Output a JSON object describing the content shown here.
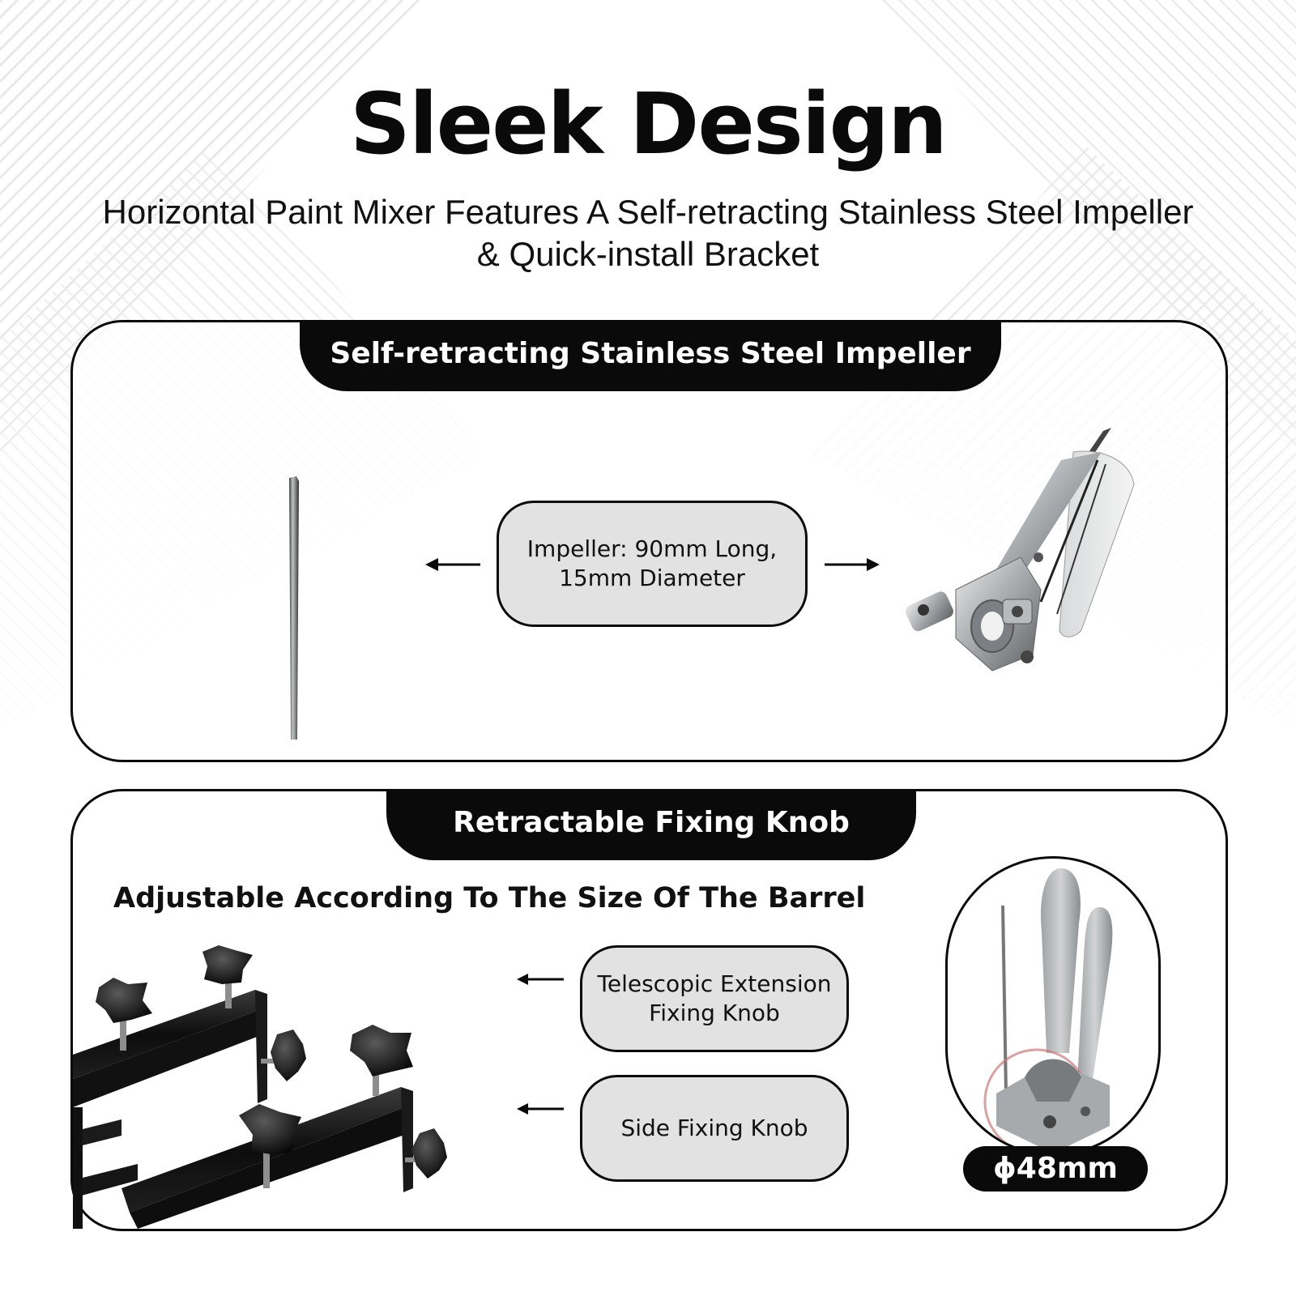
{
  "header": {
    "title": "Sleek Design",
    "subtitle_line1": "Horizontal Paint Mixer Features A Self-retracting Stainless Steel Impeller",
    "subtitle_line2": "& Quick-install Bracket"
  },
  "impeller_section": {
    "tab_label": "Self-retracting Stainless Steel Impeller",
    "spec_line1": "Impeller: 90mm Long,",
    "spec_line2": "15mm Diameter",
    "images": [
      "impeller-rod-image",
      "impeller-clamp-image"
    ]
  },
  "knob_section": {
    "tab_label": "Retractable Fixing Knob",
    "heading": "Adjustable According To The Size Of The Barrel",
    "telescopic_line1": "Telescopic Extension",
    "telescopic_line2": "Fixing Knob",
    "side_knob_label": "Side Fixing Knob",
    "diameter_label": "ϕ48mm",
    "images": [
      "bracket-frame-image",
      "clamp-closeup-image"
    ]
  },
  "colors": {
    "dark": "#0a0a0a",
    "box_fill": "#e2e2e2",
    "steel": "#a9adb0",
    "background": "#ffffff"
  }
}
